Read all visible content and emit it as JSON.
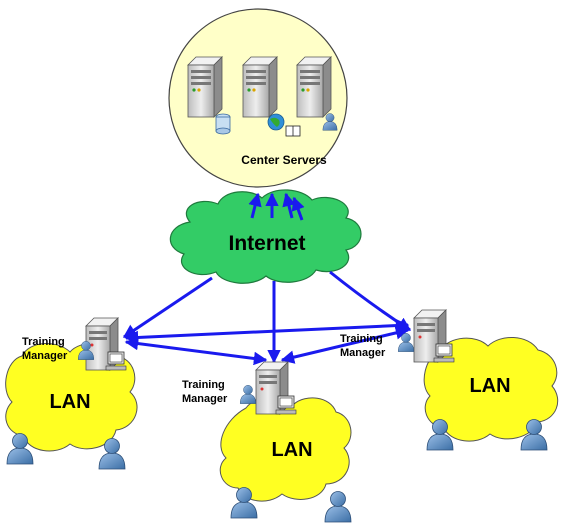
{
  "diagram": {
    "center": {
      "label": "Center Servers",
      "server_icons": [
        "database-server-icon",
        "web-server-icon",
        "user-server-icon"
      ]
    },
    "internet": {
      "label": "Internet"
    },
    "lans": [
      {
        "id": "left",
        "lan_label": "LAN",
        "manager_label_line1": "Training",
        "manager_label_line2": "Manager"
      },
      {
        "id": "middle",
        "lan_label": "LAN",
        "manager_label_line1": "Training",
        "manager_label_line2": "Manager"
      },
      {
        "id": "right",
        "lan_label": "LAN",
        "manager_label_line1": "Training",
        "manager_label_line2": "Manager"
      }
    ],
    "colors": {
      "center_fill": "#ffffc8",
      "internet_fill": "#33cc66",
      "lan_fill": "#ffff22",
      "arrow": "#1a1aee",
      "server_body": "#d9d9d9",
      "user_icon": "#4f81bd"
    }
  }
}
